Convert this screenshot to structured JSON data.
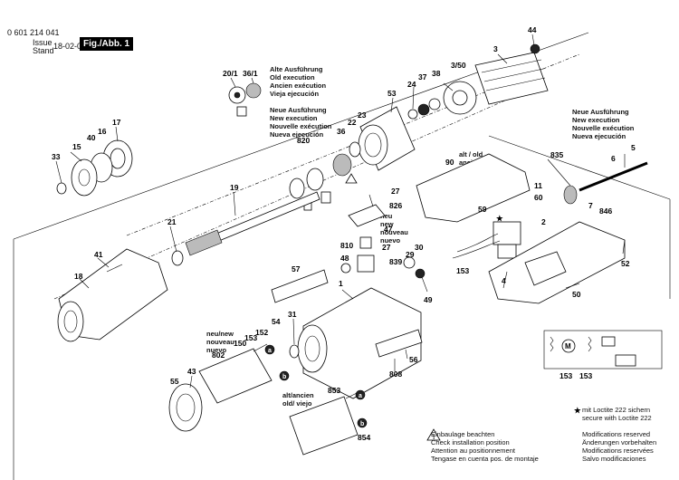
{
  "header": {
    "part_number": "0 601 214 041",
    "issue_label": "Issue",
    "stand_label": "Stand",
    "date": "18-02-09",
    "figure": "Fig./Abb. 1"
  },
  "notes": {
    "old_execution": [
      "Alte Ausführung",
      "Old execution",
      "Ancien exécution",
      "Vieja ejecución"
    ],
    "new_execution_mid": [
      "Neue Ausführung",
      "New execution",
      "Nouvelle exécution",
      "Nueva ejecución"
    ],
    "new_execution_right": [
      "Neue Ausführung",
      "New execution",
      "Nouvelle exécution",
      "Nueva ejecución"
    ],
    "alt_old": [
      "alt / old",
      "ancien",
      "viejo"
    ],
    "neu_new_a": [
      "neu",
      "new",
      "nouveau",
      "nuevo"
    ],
    "neu_new_b": [
      "neu/new",
      "nouveau",
      "nuevo"
    ],
    "alt_old_b": [
      "alt/ancien",
      "old/ viejo"
    ]
  },
  "footer": {
    "installation": [
      "Einbaulage beachten",
      "Check installation position",
      "Attention au positionnement",
      "Tengase en cuenta pos. de montaje"
    ],
    "modifications": [
      "Modifications reserved",
      "Änderungen vorbehalten",
      "Modifications reservées",
      "Salvo modificaciones"
    ],
    "loctite": [
      "mit Loctite 222 sichern",
      "secure with Loctite 222"
    ]
  },
  "parts": {
    "p44": "44",
    "p3": "3",
    "p3_50": "3/50",
    "p38": "38",
    "p37": "37",
    "p24": "24",
    "p53": "53",
    "p20_1": "20/1",
    "p36_1": "36/1",
    "p17": "17",
    "p16": "16",
    "p40": "40",
    "p15": "15",
    "p33": "33",
    "p820": "820",
    "p36": "36",
    "p22": "22",
    "p23": "23",
    "p19": "19",
    "p21": "21",
    "p41": "41",
    "p18": "18",
    "p90": "90",
    "p27a": "27",
    "p826": "826",
    "p11": "11",
    "p60": "60",
    "p59": "59",
    "p7": "7",
    "p835": "835",
    "p6": "6",
    "p5": "5",
    "p846": "846",
    "p52": "52",
    "p47": "47",
    "p810": "810",
    "p27b": "27",
    "p48": "48",
    "p839": "839",
    "p29": "29",
    "p30": "30",
    "p2": "2",
    "p153a": "153",
    "p4": "4",
    "p57": "57",
    "p1": "1",
    "p49": "49",
    "p50": "50",
    "p31": "31",
    "p54": "54",
    "p152": "152",
    "p153b": "153",
    "p150": "150",
    "p802": "802",
    "p43": "43",
    "p55": "55",
    "p808": "808",
    "p56": "56",
    "p853": "853",
    "p854": "854",
    "p153c": "153",
    "p153d": "153",
    "star": "★",
    "mark_a": "a",
    "mark_b": "b"
  },
  "icons": {
    "warning": "warning-triangle-icon",
    "star": "star-icon",
    "motor": "motor-symbol-icon"
  }
}
